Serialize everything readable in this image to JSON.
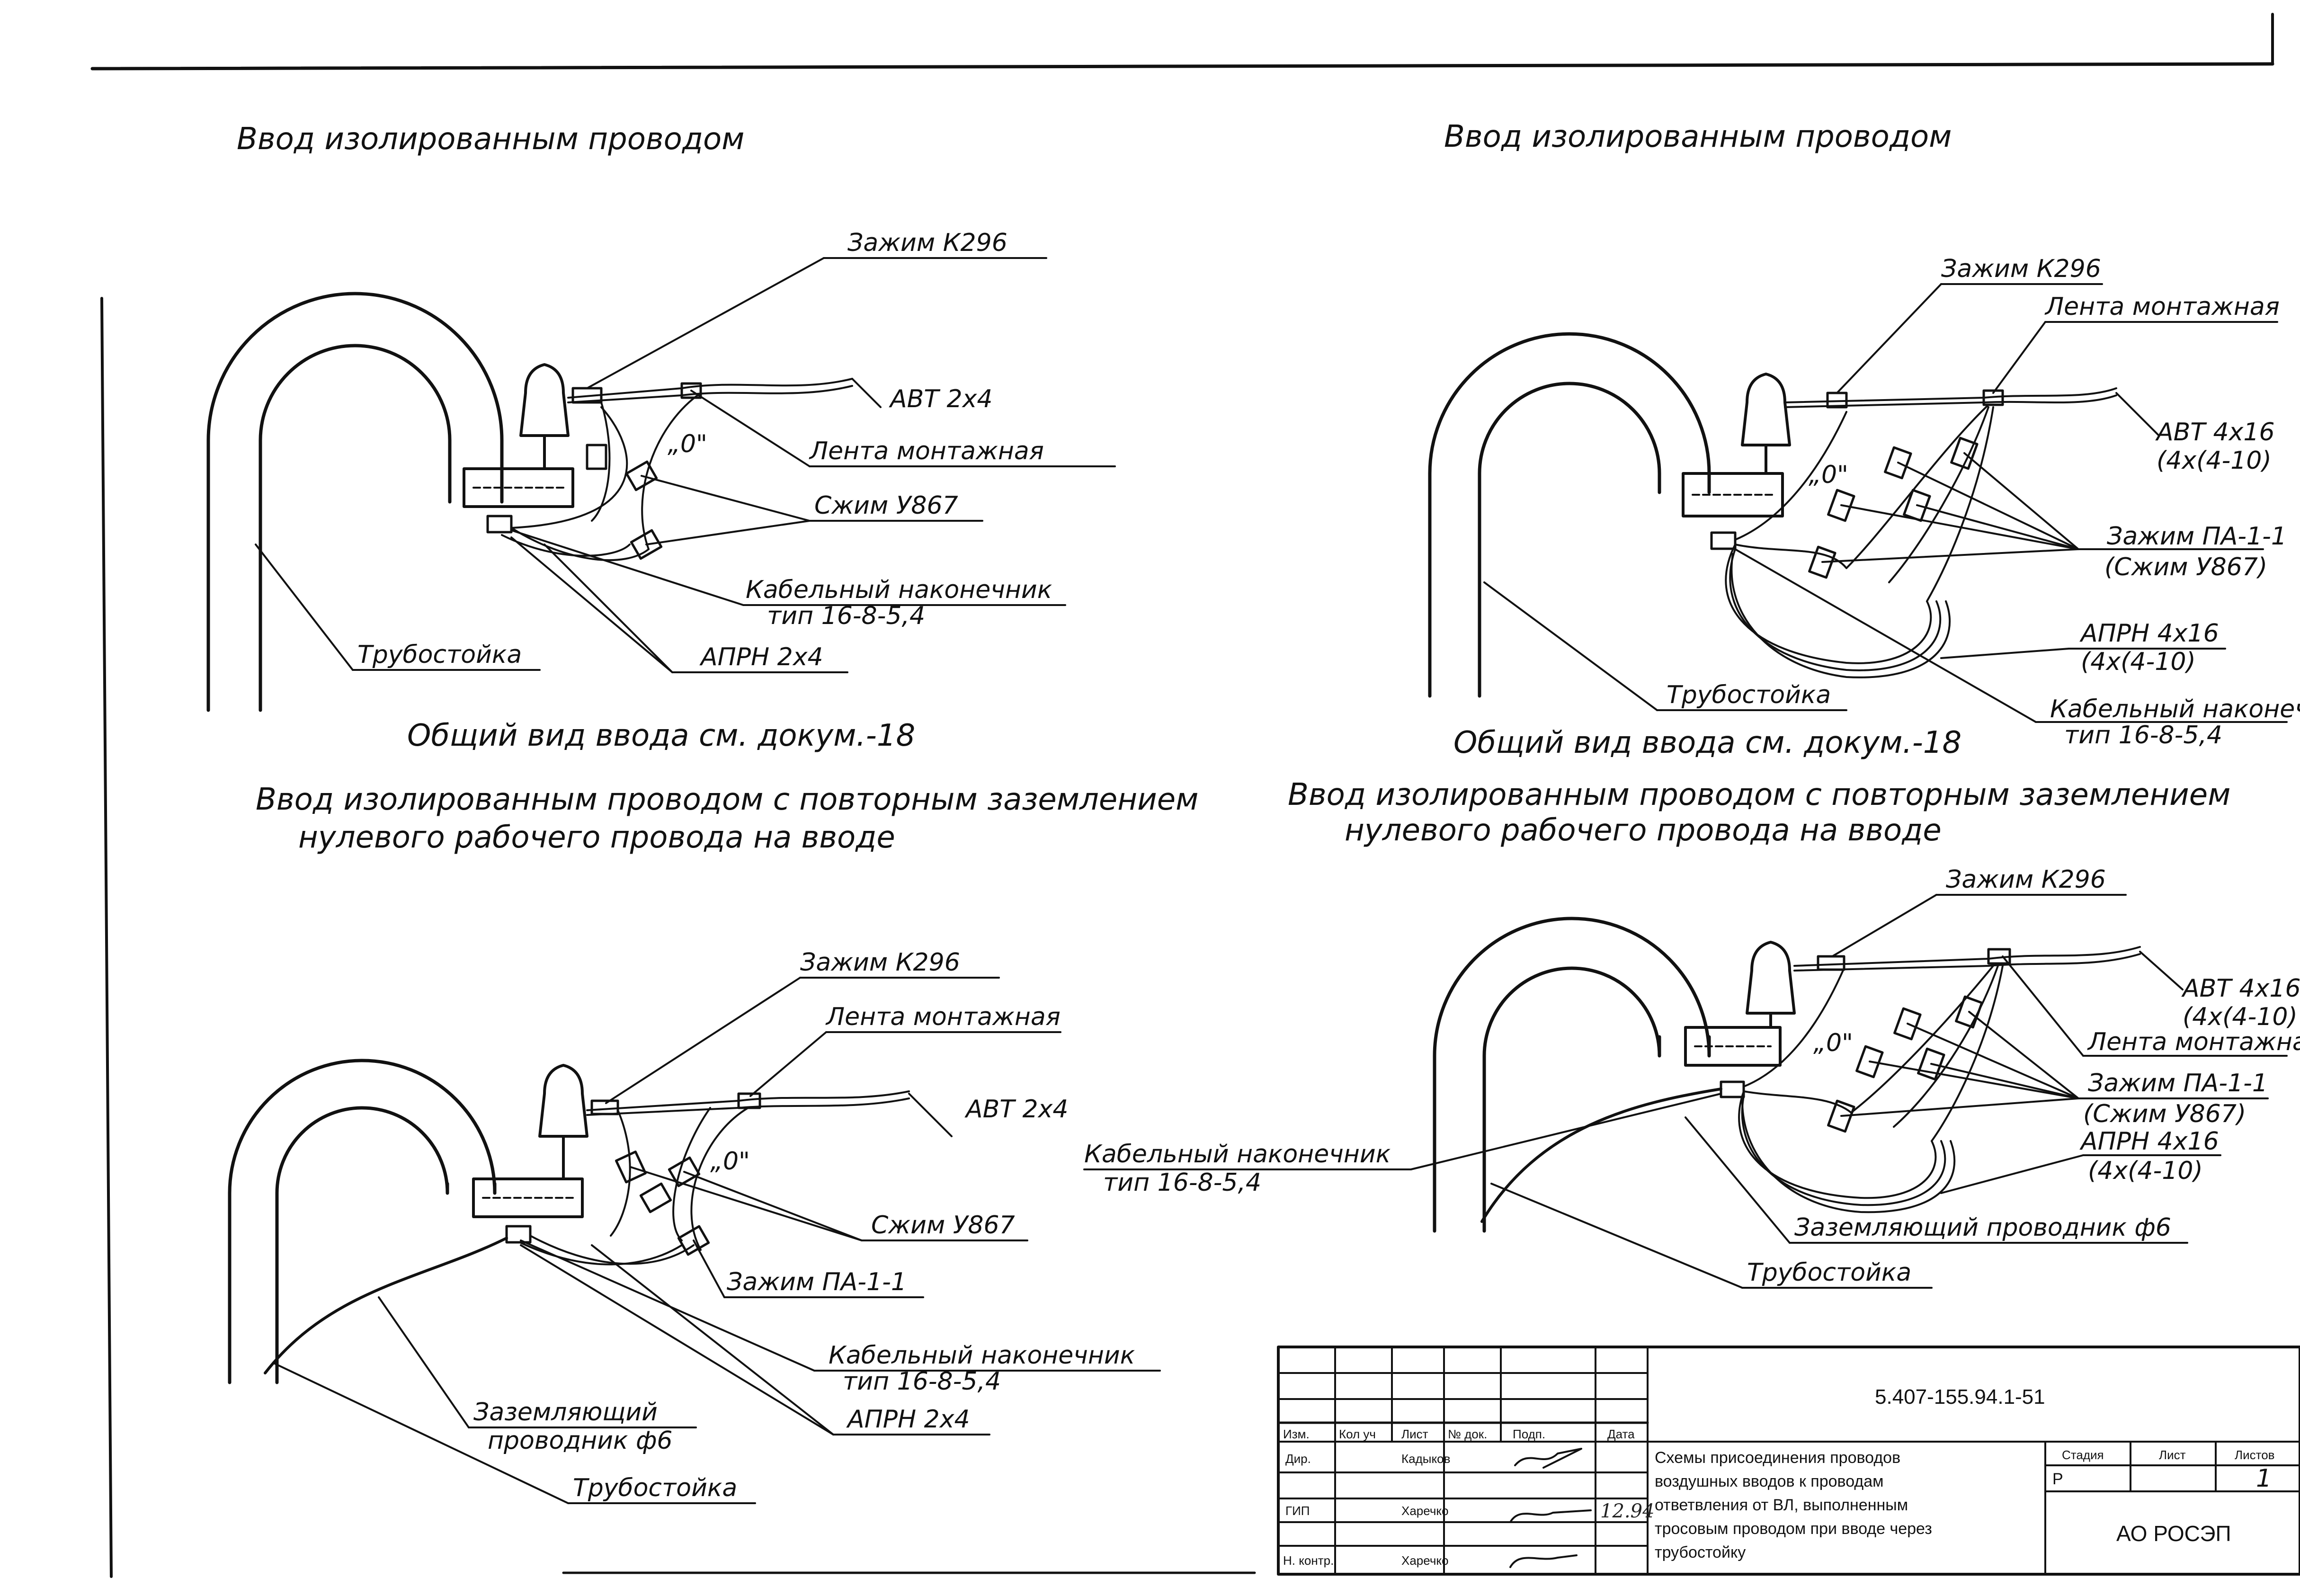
{
  "colors": {
    "ink": "#111111",
    "paper": "#ffffff"
  },
  "fig1": {
    "title": "Ввод изолированным проводом",
    "clamp_k296": "Зажим К296",
    "tape": "Лента монтажная",
    "avt": "АВТ 2х4",
    "zero": "„0\"",
    "sjim": "Сжим У867",
    "lug_1": "Кабельный наконечник",
    "lug_2": "тип 16-8-5,4",
    "tube": "Трубостойка",
    "aprn": "АПРН 2х4",
    "note": "Общий вид ввода см. докум.-18"
  },
  "fig2": {
    "title": "Ввод изолированным проводом",
    "clamp_k296": "Зажим К296",
    "tape": "Лента монтажная",
    "avt_1": "АВТ 4х16",
    "avt_2": "(4х(4-10)",
    "zero": "„0\"",
    "pa_1": "Зажим ПА-1-1",
    "pa_2": "(Сжим У867)",
    "aprn_1": "АПРН 4х16",
    "aprn_2": "(4х(4-10)",
    "lug_1": "Кабельный наконечник",
    "lug_2": "тип 16-8-5,4",
    "tube": "Трубостойка",
    "note": "Общий вид ввода см. докум.-18"
  },
  "fig3": {
    "title_1": "Ввод изолированным проводом с повторным заземлением",
    "title_2": "нулевого рабочего провода на вводе",
    "clamp_k296": "Зажим К296",
    "tape": "Лента монтажная",
    "avt": "АВТ 2х4",
    "zero": "„0\"",
    "sjim": "Сжим У867",
    "pa": "Зажим ПА-1-1",
    "lug_1": "Кабельный наконечник",
    "lug_2": "тип 16-8-5,4",
    "aprn": "АПРН 2х4",
    "ground_1": "Заземляющий",
    "ground_2": "проводник ф6",
    "tube": "Трубостойка"
  },
  "fig4": {
    "title_1": "Ввод изолированным проводом с повторным заземлением",
    "title_2": "нулевого рабочего провода на вводе",
    "clamp_k296": "Зажим К296",
    "avt_1": "АВТ 4х16",
    "avt_2": "(4х(4-10)",
    "tape": "Лента монтажная",
    "zero": "„0\"",
    "pa_1": "Зажим ПА-1-1",
    "pa_2": "(Сжим У867)",
    "aprn_1": "АПРН 4х16",
    "aprn_2": "(4х(4-10)",
    "lug_1": "Кабельный наконечник",
    "lug_2": "тип 16-8-5,4",
    "ground": "Заземляющий проводник ф6",
    "tube": "Трубостойка"
  },
  "title_block": {
    "code": "5.407-155.94.1-51",
    "col_izm": "Изм.",
    "col_koluch": "Кол уч",
    "col_list": "Лист",
    "col_ndok": "№ док.",
    "col_podp": "Подп.",
    "col_data": "Дата",
    "row_dir": "Дир.",
    "row_dir_name": "Кадыков",
    "row_gip": "ГИП",
    "row_gip_name": "Харечко",
    "row_gip_date": "12.94",
    "row_nk": "Н. контр.",
    "row_nk_name": "Харечко",
    "desc_1": "Схемы присоединения проводов",
    "desc_2": "воздушных вводов к проводам",
    "desc_3": "ответвления от ВЛ, выполненным",
    "desc_4": "тросовым проводом при вводе через",
    "desc_5": "трубостойку",
    "stage_h": "Стадия",
    "sheet_h": "Лист",
    "sheets_h": "Листов",
    "stage_v": "Р",
    "sheet_v": "1",
    "org": "АО РОСЭП"
  }
}
